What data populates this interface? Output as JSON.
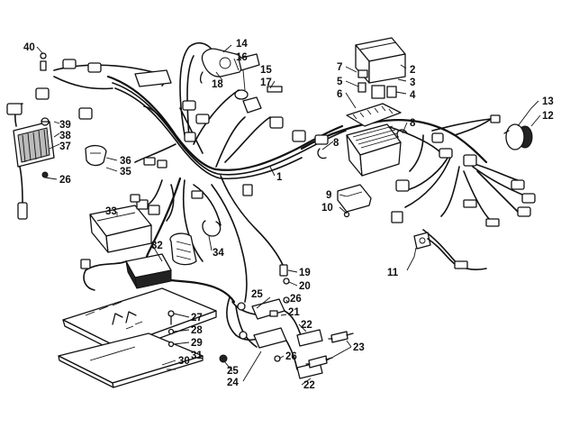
{
  "diagram": {
    "type": "exploded-parts-diagram",
    "callouts": [
      "1",
      "2",
      "3",
      "4",
      "5",
      "6",
      "7",
      "8",
      "8b",
      "9",
      "10",
      "11",
      "12",
      "13",
      "14",
      "15",
      "16",
      "17",
      "18",
      "19",
      "20",
      "21",
      "22",
      "22b",
      "23",
      "24",
      "25",
      "25b",
      "26",
      "26b",
      "26c",
      "27",
      "28",
      "29",
      "30",
      "31",
      "32",
      "33",
      "34",
      "35",
      "36",
      "37",
      "38",
      "39",
      "40"
    ],
    "labels": {
      "1": "1",
      "2": "2",
      "3": "3",
      "4": "4",
      "5": "5",
      "6": "6",
      "7": "7",
      "8": "8",
      "8b": "8",
      "9": "9",
      "10": "10",
      "11": "11",
      "12": "12",
      "13": "13",
      "14": "14",
      "15": "15",
      "16": "16",
      "17": "17",
      "18": "18",
      "19": "19",
      "20": "20",
      "21": "21",
      "22": "22",
      "22b": "22",
      "23": "23",
      "24": "24",
      "25": "25",
      "25b": "25",
      "26": "26",
      "26b": "26",
      "26c": "26",
      "27": "27",
      "28": "28",
      "29": "29",
      "30": "30",
      "31": "31",
      "32": "32",
      "33": "33",
      "34": "34",
      "35": "35",
      "36": "36",
      "37": "37",
      "38": "38",
      "39": "39",
      "40": "40"
    }
  }
}
